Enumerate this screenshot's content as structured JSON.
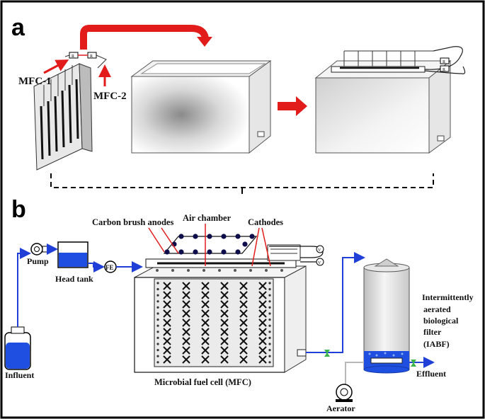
{
  "panels": {
    "a": "a",
    "b": "b"
  },
  "panel_a": {
    "label_mfc1": "MFC-1",
    "label_mfc2": "MFC-2"
  },
  "panel_b": {
    "carbon_brush_anodes": "Carbon brush anodes",
    "air_chamber": "Air chamber",
    "cathodes": "Cathodes",
    "pump": "Pump",
    "head_tank": "Head tank",
    "fe": "FE",
    "influent": "Influent",
    "mfc": "Microbial fuel cell (MFC)",
    "iabf_lines": [
      "Intermittently",
      "aerated",
      "biological",
      "filter",
      "(IABF)"
    ],
    "effluent": "Effluent",
    "aerator": "Aerator",
    "resistor_mark": "R",
    "voltage_mark": "V"
  },
  "colors": {
    "flow_arrow": "#e21b1b",
    "pipe": "#1f3fd6",
    "water": "#1f4fe0",
    "valve": "#3cb44b",
    "frame": "#000000"
  }
}
